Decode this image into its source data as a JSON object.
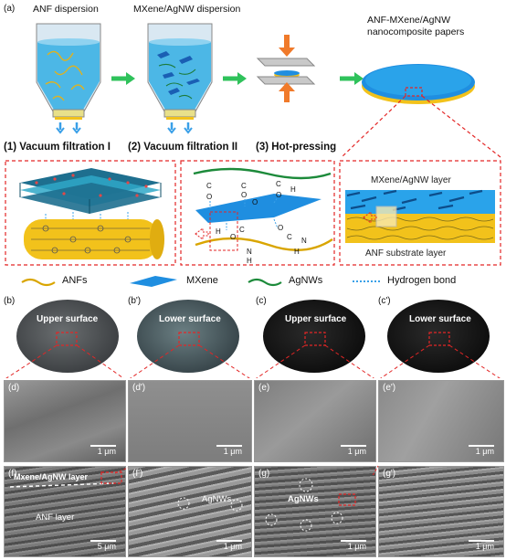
{
  "panel_a": {
    "letter": "(a)",
    "title_anf": "ANF dispersion",
    "title_mxene": "MXene/AgNW dispersion",
    "title_paper_line1": "ANF-MXene/AgNW",
    "title_paper_line2": "nanocomposite papers",
    "step1": "(1)  Vacuum filtration I",
    "step2": "(2)  Vacuum filtration II",
    "step3": "(3)  Hot-pressing",
    "layer_top": "MXene/AgNW layer",
    "layer_bottom": "ANF substrate layer"
  },
  "legend": {
    "anfs": "ANFs",
    "mxene": "MXene",
    "agnws": "AgNWs",
    "hbond": "Hydrogen bond"
  },
  "row_b": [
    {
      "letter": "(b)",
      "label": "Upper surface"
    },
    {
      "letter": "(b')",
      "label": "Lower surface"
    },
    {
      "letter": "(c)",
      "label": "Upper surface"
    },
    {
      "letter": "(c')",
      "label": "Lower surface"
    }
  ],
  "row_d": [
    {
      "letter": "(d)",
      "scale": "1 μm"
    },
    {
      "letter": "(d')",
      "scale": "1 μm"
    },
    {
      "letter": "(e)",
      "scale": "1 μm"
    },
    {
      "letter": "(e')",
      "scale": "1 μm"
    }
  ],
  "row_f": [
    {
      "letter": "(f)",
      "scale": "5 μm",
      "label_top": "Mxene/AgNW layer",
      "label_bottom": "ANF layer"
    },
    {
      "letter": "(f')",
      "scale": "1 μm",
      "label_top": "AgNWs"
    },
    {
      "letter": "(g)",
      "scale": "1 μm",
      "label_top": "AgNWs"
    },
    {
      "letter": "(g')",
      "scale": "1 μm"
    }
  ],
  "colors": {
    "accent_red": "#e32626",
    "arrow_green": "#2fc25b",
    "arrow_blue": "#3aa0e8",
    "mxene_blue": "#1f8ee0",
    "anf_yellow": "#f2c21b"
  }
}
